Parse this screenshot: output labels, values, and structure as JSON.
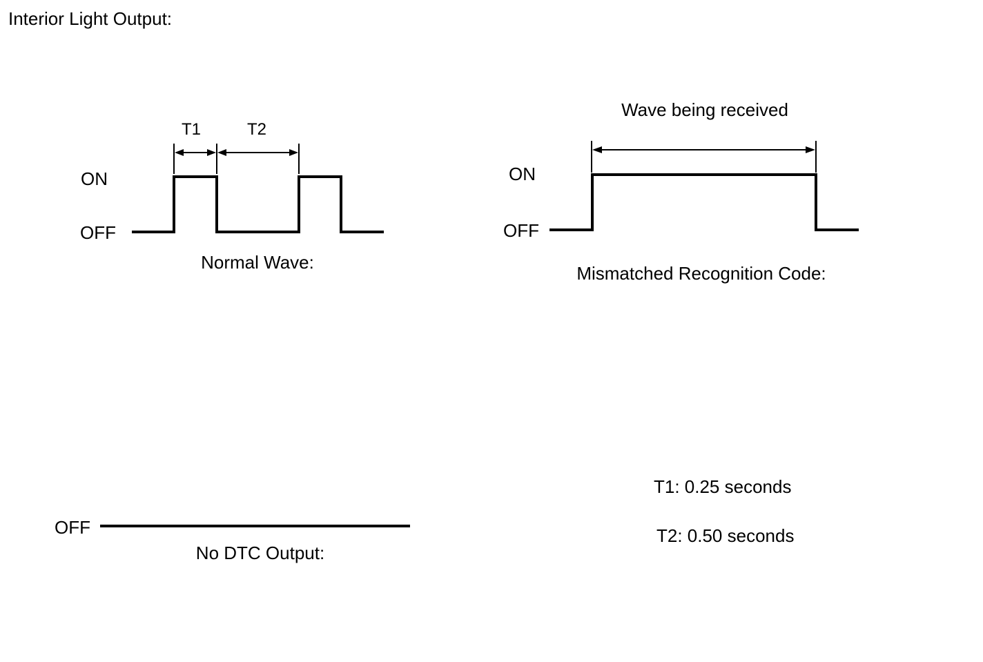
{
  "title": "Interior Light Output:",
  "levels": {
    "on": "ON",
    "off": "OFF"
  },
  "normal_wave": {
    "caption": "Normal Wave:",
    "t1_label": "T1",
    "t2_label": "T2"
  },
  "mismatched": {
    "caption": "Mismatched Recognition Code:",
    "span_label": "Wave being received"
  },
  "no_dtc": {
    "caption": "No DTC Output:"
  },
  "timing": {
    "t1": "T1: 0.25 seconds",
    "t2": "T2: 0.50 seconds"
  }
}
